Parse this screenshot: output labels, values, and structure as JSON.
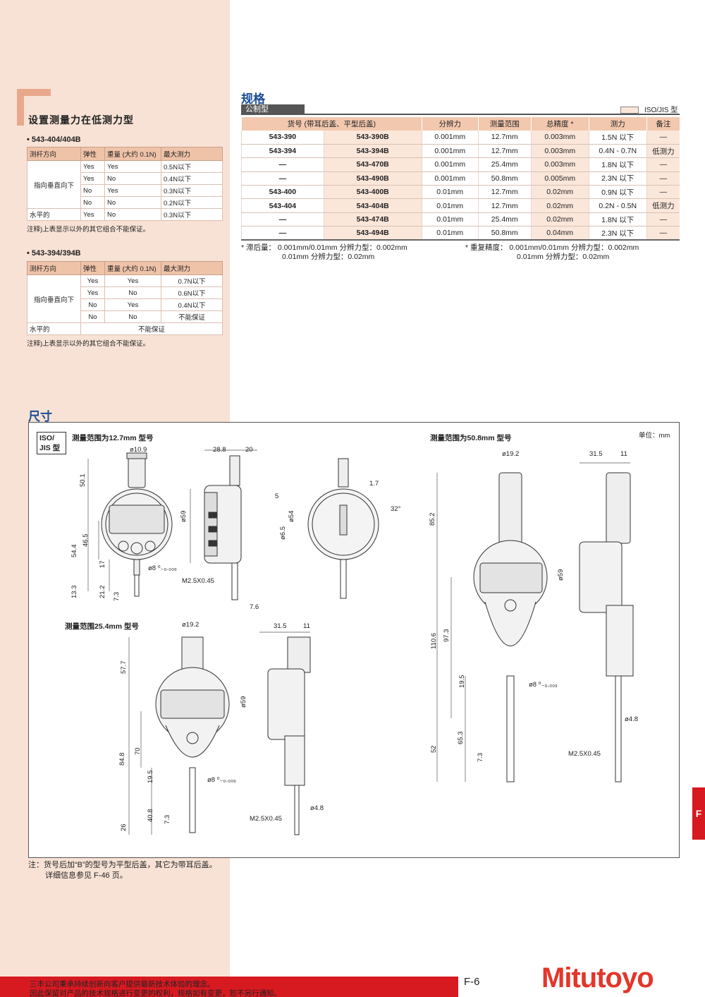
{
  "left_panel": {
    "title": "设置测量力在低测力型",
    "table1": {
      "subtitle": "• 543-404/404B",
      "headers": [
        "测杆方向",
        "弹性",
        "重量 (大约 0.1N)",
        "最大测力"
      ],
      "group_label": "指向垂直向下",
      "rows": [
        [
          "Yes",
          "Yes",
          "0.5N以下"
        ],
        [
          "Yes",
          "No",
          "0.4N以下"
        ],
        [
          "No",
          "Yes",
          "0.3N以下"
        ],
        [
          "No",
          "No",
          "0.2N以下"
        ]
      ],
      "last_row": [
        "水平的",
        "Yes",
        "No",
        "0.3N以下"
      ],
      "note": "注释)上表显示以外的其它组合不能保证。"
    },
    "table2": {
      "subtitle": "• 543-394/394B",
      "headers": [
        "测杆方向",
        "弹性",
        "重量 (大约 0.1N)",
        "最大测力"
      ],
      "group_label": "指向垂直向下",
      "rows": [
        [
          "Yes",
          "Yes",
          "0.7N以下"
        ],
        [
          "Yes",
          "No",
          "0.6N以下"
        ],
        [
          "No",
          "Yes",
          "0.4N以下"
        ],
        [
          "No",
          "No",
          "不能保证"
        ]
      ],
      "last_row": [
        "水平的",
        "不能保证"
      ],
      "note": "注释)上表显示以外的其它组合不能保证。"
    }
  },
  "spec": {
    "heading": "规格",
    "subheading": "公制型",
    "legend": "ISO/JIS 型",
    "headers": [
      "货号 (带耳后盖、平型后盖)",
      "分辨力",
      "测量范围",
      "总精度 *",
      "测力",
      "备注"
    ],
    "rows": [
      [
        "543-390",
        "543-390B",
        "0.001mm",
        "12.7mm",
        "0.003mm",
        "1.5N 以下",
        "—"
      ],
      [
        "543-394",
        "543-394B",
        "0.001mm",
        "12.7mm",
        "0.003mm",
        "0.4N - 0.7N",
        "低测力"
      ],
      [
        "—",
        "543-470B",
        "0.001mm",
        "25.4mm",
        "0.003mm",
        "1.8N 以下",
        "—"
      ],
      [
        "—",
        "543-490B",
        "0.001mm",
        "50.8mm",
        "0.005mm",
        "2.3N 以下",
        "—"
      ],
      [
        "543-400",
        "543-400B",
        "0.01mm",
        "12.7mm",
        "0.02mm",
        "0.9N 以下",
        "—"
      ],
      [
        "543-404",
        "543-404B",
        "0.01mm",
        "12.7mm",
        "0.02mm",
        "0.2N - 0.5N",
        "低测力"
      ],
      [
        "—",
        "543-474B",
        "0.01mm",
        "25.4mm",
        "0.02mm",
        "1.8N 以下",
        "—"
      ],
      [
        "—",
        "543-494B",
        "0.01mm",
        "50.8mm",
        "0.04mm",
        "2.3N 以下",
        "—"
      ]
    ],
    "note_left_1": "* 滞后量： 0.001mm/0.01mm 分辨力型：0.002mm",
    "note_left_2": "0.01mm 分辨力型：0.02mm",
    "note_right_1": "* 重复精度： 0.001mm/0.01mm 分辨力型：0.002mm",
    "note_right_2": "0.01mm 分辨力型：0.02mm"
  },
  "dimensions": {
    "heading": "尺寸",
    "iso_box": "ISO/ JIS 型",
    "label_127": "测量范围为12.7mm 型号",
    "label_254": "测量范围25.4mm 型号",
    "label_508": "测量范围为50.8mm 型号",
    "unit": "单位：mm",
    "dims": {
      "d109": "ø10.9",
      "d288": "28.8",
      "d20": "20",
      "d501": "50.1",
      "d59a": "ø59",
      "d5": "5",
      "d17": "1.7",
      "d32": "32°",
      "d54": "ø54",
      "d65": "ø6.5",
      "d544": "54.4",
      "d465": "46.5",
      "d17b": "17",
      "d8a": "ø8 ⁰₋₀.₀₀₉",
      "m25a": "M2.5X0.45",
      "d133": "13.3",
      "d212": "21.2",
      "d73a": "7.3",
      "d76": "7.6",
      "d192a": "ø19.2",
      "d315a": "31.5",
      "d11a": "11",
      "d577": "57.7",
      "d59b": "ø59",
      "d848": "84.8",
      "d70": "70",
      "d195a": "19.5",
      "d8b": "ø8 ⁰₋₀.₀₀₉",
      "d26": "26",
      "d408": "40.8",
      "d73b": "7.3",
      "m25b": "M2.5X0.45",
      "d48a": "ø4.8",
      "d192b": "ø19.2",
      "d315b": "31.5",
      "d11b": "11",
      "d852": "85.2",
      "d59c": "ø59",
      "d1106": "110.6",
      "d973": "97.3",
      "d195b": "19.5",
      "d8c": "ø8 ⁰₋₀.₀₀₉",
      "d48b": "ø4.8",
      "d52": "52",
      "d653": "65.3",
      "d73c": "7.3",
      "m25c": "M2.5X0.45"
    }
  },
  "bottom_note_1": "注：货号后加“B”的型号为平型后盖，其它为带耳后盖。",
  "bottom_note_2": "详细信息参见 F-46 页。",
  "tab": "F",
  "footer_1": "三丰公司秉承持续创新向客户提供最新技术体验的理念。",
  "footer_2": "因此保留对产品的技术规格进行变更的权利，规格如有变更，恕不另行通知。",
  "page": "F-6",
  "logo": "Mitutoyo"
}
